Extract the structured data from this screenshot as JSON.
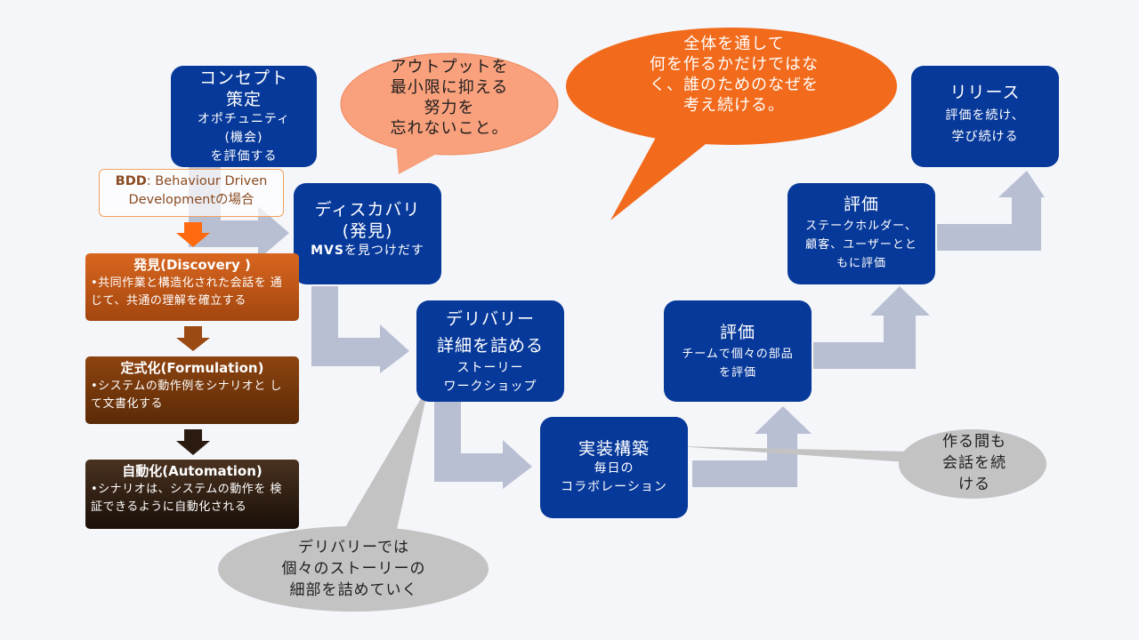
{
  "colors": {
    "node_blue": "#07399a",
    "arrow_gray": "#b9bfd3",
    "bubble_salmon": "#f9a07c",
    "bubble_orange": "#f26a1b",
    "bubble_gray": "#c3c3c3",
    "bdd_orange": "#ff6a10"
  },
  "nodes": {
    "concept": {
      "title1": "コンセプト",
      "title2": "策定",
      "sub1": "オポチュニティ",
      "sub2": "(機会)",
      "sub3": "を評価する"
    },
    "discovery": {
      "title1": "ディスカバリ",
      "title2": "(発見)",
      "sub_bold": "MVS",
      "sub_rest": "を見つけだす"
    },
    "delivery": {
      "title1": "デリバリー",
      "title2": "詳細を詰める",
      "sub1": "ストーリー",
      "sub2": "ワークショップ"
    },
    "build": {
      "title": "実装構築",
      "sub1": "毎日の",
      "sub2": "コラボレーション"
    },
    "eval_team": {
      "title": "評価",
      "sub1": "チームで個々の部品",
      "sub2": "を評価"
    },
    "eval_stakeholder": {
      "title": "評価",
      "sub1": "ステークホルダー、",
      "sub2": "顧客、ユーザーとと",
      "sub3": "もに評価"
    },
    "release": {
      "title": "リリース",
      "sub1": "評価を続け、",
      "sub2": "学び続ける"
    }
  },
  "bdd": {
    "label_bold": "BDD",
    "label_line1_rest": ": Behaviour Driven",
    "label_line2": "Developmentの場合",
    "steps": [
      {
        "heading": "発見(Discovery )",
        "desc": "•共同作業と構造化された会話を 通じて、共通の理解を確立する"
      },
      {
        "heading": "定式化(Formulation)",
        "desc": "•システムの動作例をシナリオと して文書化する"
      },
      {
        "heading": "自動化(Automation)",
        "desc": "•シナリオは、システムの動作を 検証できるように自動化される"
      }
    ]
  },
  "callouts": {
    "output": {
      "line1": "アウトプットを",
      "line2": "最小限に抑える",
      "line3": "努力を",
      "line4": "忘れないこと。"
    },
    "whole": {
      "line1": "全体を通して",
      "line2": "何を作るかだけではな",
      "line3": "く、誰のためのなぜを",
      "line4": "考え続ける。"
    },
    "build": {
      "line1": "作る間も",
      "line2": "会話を続",
      "line3": "ける"
    },
    "delivery": {
      "line1": "デリバリーでは",
      "line2": "個々のストーリーの",
      "line3": "細部を詰めていく"
    }
  }
}
